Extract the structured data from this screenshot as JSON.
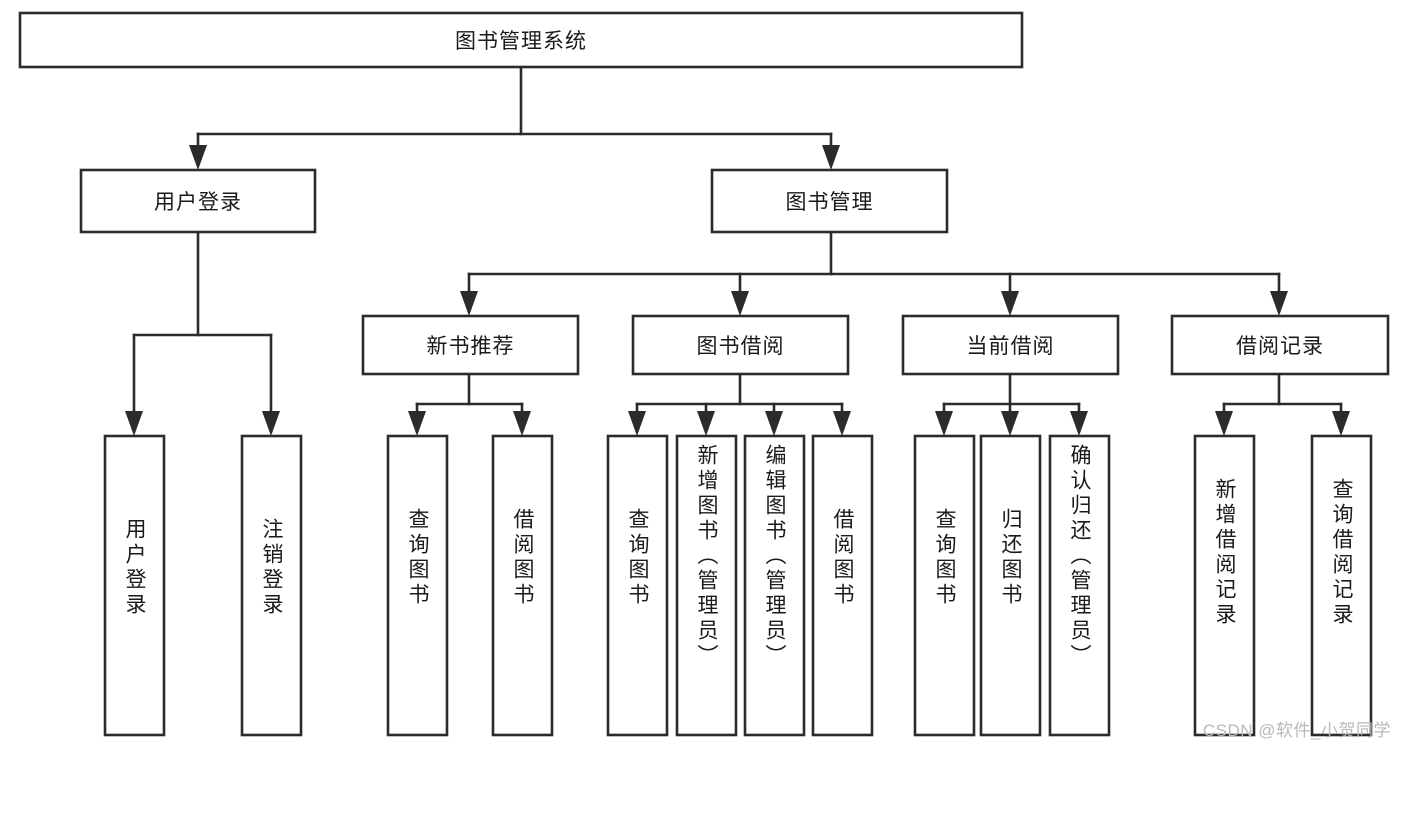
{
  "diagram": {
    "type": "tree-hierarchy-flowchart",
    "title": "图书管理系统",
    "root": {
      "id": "root",
      "label": "图书管理系统",
      "level": 1
    },
    "level2": [
      {
        "id": "user-login",
        "label": "用户登录"
      },
      {
        "id": "book-management",
        "label": "图书管理"
      }
    ],
    "level3": [
      {
        "id": "new-book-recommend",
        "label": "新书推荐",
        "parent": "book-management"
      },
      {
        "id": "book-borrow",
        "label": "图书借阅",
        "parent": "book-management"
      },
      {
        "id": "current-borrow",
        "label": "当前借阅",
        "parent": "book-management"
      },
      {
        "id": "borrow-record",
        "label": "借阅记录",
        "parent": "book-management"
      }
    ],
    "leaves": {
      "user-login": [
        {
          "id": "leaf-user-login",
          "label": "用户登录"
        },
        {
          "id": "leaf-user-logout",
          "label": "注销登录"
        }
      ],
      "new-book-recommend": [
        {
          "id": "leaf-query-book-1",
          "label": "查询图书"
        },
        {
          "id": "leaf-borrow-book-1",
          "label": "借阅图书"
        }
      ],
      "book-borrow": [
        {
          "id": "leaf-query-book-2",
          "label": "查询图书"
        },
        {
          "id": "leaf-add-book",
          "label": "新增图书（管理员）"
        },
        {
          "id": "leaf-edit-book",
          "label": "编辑图书（管理员）"
        },
        {
          "id": "leaf-borrow-book-2",
          "label": "借阅图书"
        }
      ],
      "current-borrow": [
        {
          "id": "leaf-query-book-3",
          "label": "查询图书"
        },
        {
          "id": "leaf-return-book",
          "label": "归还图书"
        },
        {
          "id": "leaf-confirm-return",
          "label": "确认归还（管理员）"
        }
      ],
      "borrow-record": [
        {
          "id": "leaf-add-record",
          "label": "新增借阅记录"
        },
        {
          "id": "leaf-query-record",
          "label": "查询借阅记录"
        }
      ]
    }
  },
  "watermark": {
    "text": "CSDN @软件_小贺同学"
  },
  "colors": {
    "stroke": "#2b2b2b",
    "fill": "#ffffff",
    "text": "#1a1a1a",
    "watermark": "#b9b9b9"
  }
}
